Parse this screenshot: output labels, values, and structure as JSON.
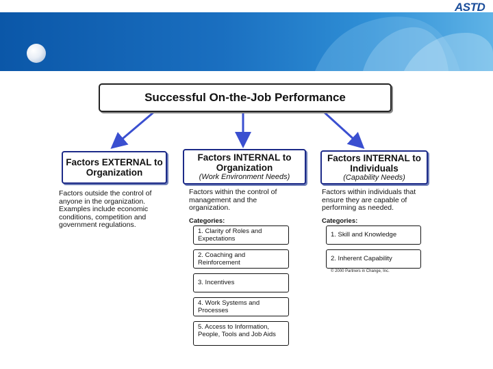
{
  "logo": {
    "text": "ASTD"
  },
  "diagram": {
    "title": "Successful On-the-Job Performance",
    "external": {
      "heading": "Factors EXTERNAL to Organization",
      "description": "Factors outside the control of anyone in the organization. Examples include economic conditions, competition and government regulations."
    },
    "internal_org": {
      "heading": "Factors INTERNAL to Organization",
      "subheading": "(Work Environment Needs)",
      "description": "Factors within the control of management and the organization.",
      "categories_label": "Categories:",
      "categories": [
        "1. Clarity of Roles and Expectations",
        "2. Coaching and Reinforcement",
        "3. Incentives",
        "4. Work Systems and Processes",
        "5. Access to Information, People, Tools and Job Aids"
      ]
    },
    "internal_ind": {
      "heading": "Factors INTERNAL to Individuals",
      "subheading": "(Capability Needs)",
      "description": "Factors within individuals that ensure they are capable of performing as needed.",
      "categories_label": "Categories:",
      "categories": [
        "1. Skill and Knowledge",
        "2. Inherent Capability"
      ]
    },
    "copyright": "© 2000 Partners in Change, Inc."
  },
  "colors": {
    "banner": "#1a6fc0",
    "box_border": "#1c2a88",
    "arrow": "#3a4fd0"
  }
}
